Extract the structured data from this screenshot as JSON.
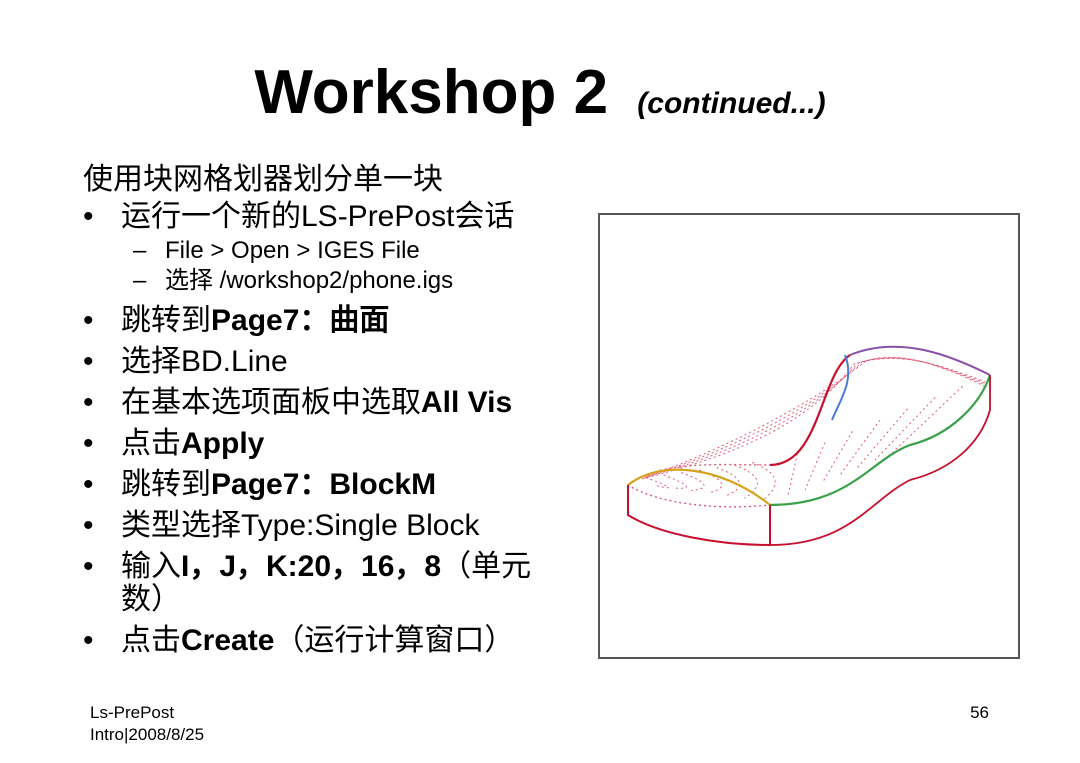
{
  "slide": {
    "title": "Workshop 2",
    "title_sub": "(continued...)",
    "intro": "使用块网格划器划分单一块",
    "bullets": [
      {
        "text": "运行一个新的LS-PrePost会话"
      },
      {
        "text": "File > Open > IGES File"
      },
      {
        "text": "选择 /workshop2/phone.igs"
      },
      {
        "pre": "跳转到",
        "bold": "Page7：曲面"
      },
      {
        "text": "选择BD.Line"
      },
      {
        "pre": "在基本选项面板中选取",
        "bold": "All Vis"
      },
      {
        "pre": "点击",
        "bold": "Apply"
      },
      {
        "pre": "跳转到",
        "bold": "Page7：BlockM"
      },
      {
        "text": "类型选择Type:Single Block"
      },
      {
        "pre": "输入",
        "bold": "I，J，K:20，16，8",
        "post": "（单元数）"
      },
      {
        "pre": "点击",
        "bold": "Create",
        "post": "（运行计算窗口）"
      }
    ]
  },
  "footer": {
    "left_line1": "Ls-PrePost",
    "left_line2": "Intro|2008/8/25",
    "page_number": "56"
  },
  "figure": {
    "icon": "phone-wireframe-mesh",
    "colors": {
      "mesh": "#e05a78",
      "edge_red": "#c8102e",
      "edge_yellow": "#d6a21a",
      "edge_green": "#3aa14a",
      "edge_blue": "#4a7ad8",
      "edge_purple": "#8a4fa8"
    }
  }
}
